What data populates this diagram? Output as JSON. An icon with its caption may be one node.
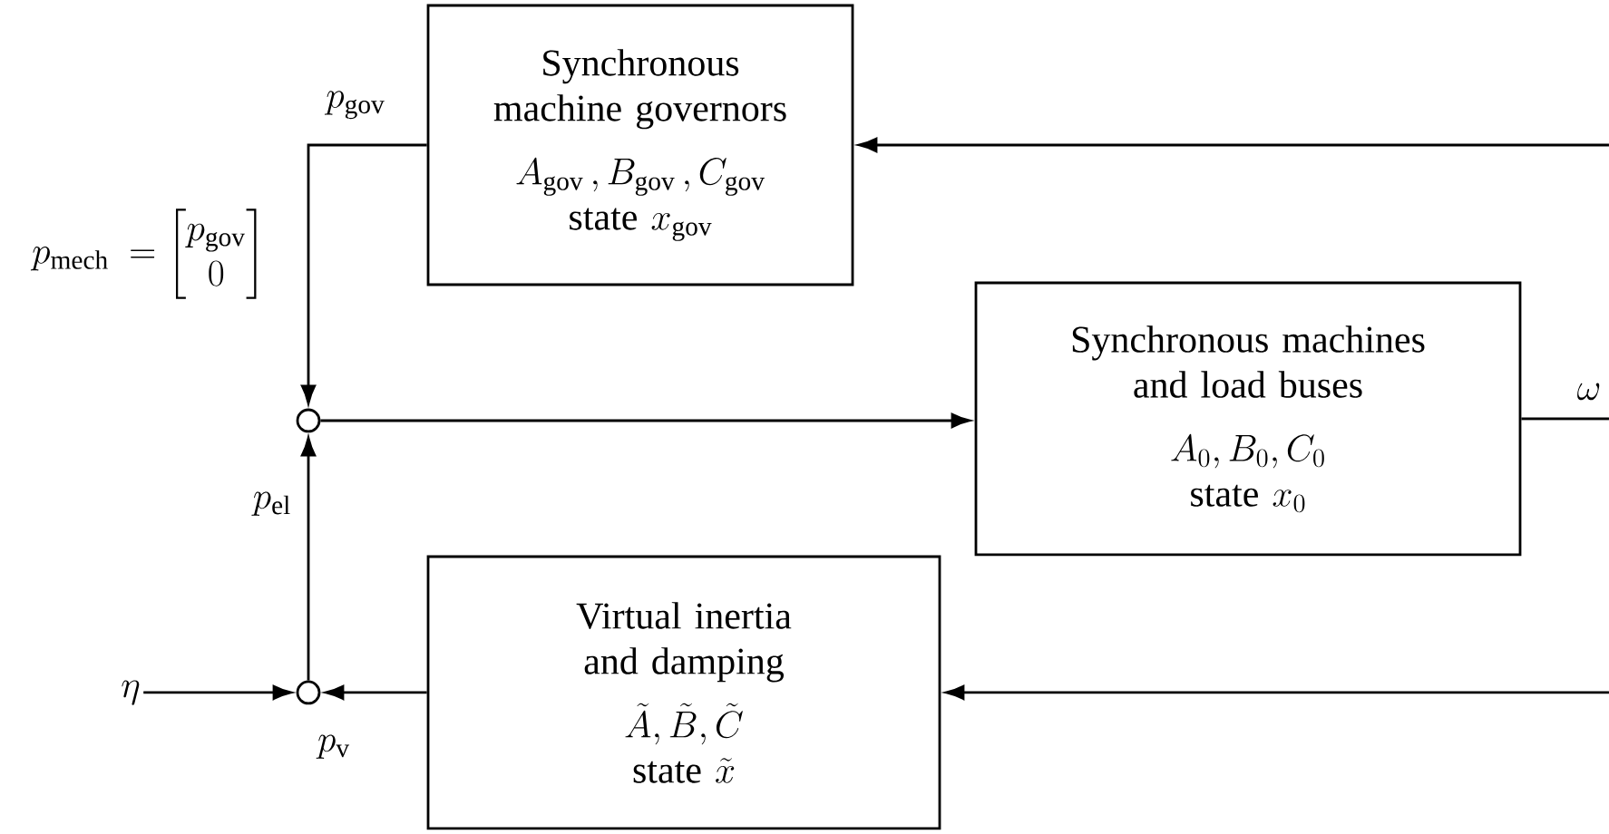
{
  "diagram": {
    "nodes": [
      {
        "text": [
          "Synchronous machine governors",
          "A_{\\mathrm{gov}}\\,, B_{\\mathrm{gov}}\\,, C_{\\mathrm{gov}}",
          "\\mathrm{state}\\ x_{\\mathrm{gov}}"
        ]
      },
      {
        "text": [
          "Synchronous machines and load buses",
          "A_0, B_0, C_0",
          "\\mathrm{state}\\ x_0"
        ]
      },
      {
        "text": [
          "Virtual inertia and damping",
          "\\tilde{A}, \\tilde{B}, \\tilde{C}",
          "\\mathrm{state}\\ \\tilde{x}"
        ]
      },
      {
        "text": [],
        "shape": "circle"
      },
      {
        "text": [],
        "shape": "circle"
      },
      {
        "text": [
          "\\eta"
        ]
      }
    ],
    "edges": [
      {
        "from": 0,
        "to": 3,
        "arrow": "to",
        "label": "p_{\\mathrm{gov}}"
      },
      {
        "from": 3,
        "to": 1,
        "arrow": "to"
      },
      {
        "from": 4,
        "to": 3,
        "arrow": "to",
        "label": "p_{\\mathrm{el}}"
      },
      {
        "from": 5,
        "to": 4,
        "arrow": "to"
      },
      {
        "from": 2,
        "to": 4,
        "arrow": "to",
        "label": "p_{\\mathrm{v}}"
      },
      {
        "from": null,
        "to": 0,
        "arrow": "to"
      },
      {
        "from": null,
        "to": 2,
        "arrow": "to"
      },
      {
        "from": 1,
        "to": null,
        "arrow": "none",
        "label": "\\omega"
      }
    ],
    "labels": [
      "p_{\\mathrm{mech}}\\ = \\begin{bmatrix} p_{\\mathrm{gov}} \\\\ 0 \\end{bmatrix}"
    ]
  }
}
